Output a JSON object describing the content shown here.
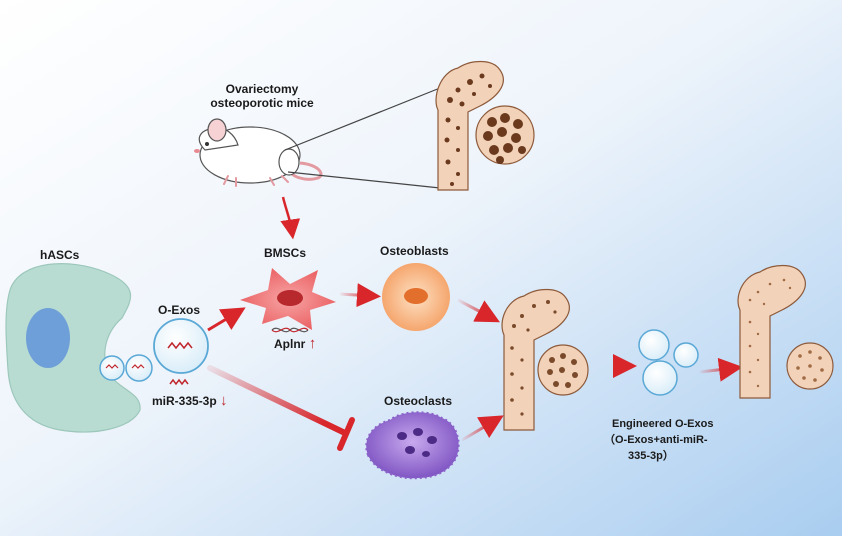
{
  "labels": {
    "ovariectomy_line1": "Ovariectomy",
    "ovariectomy_line2": "osteoporotic mice",
    "hascs": "hASCs",
    "bmscs": "BMSCs",
    "osteoblasts": "Osteoblasts",
    "osteoclasts": "Osteoclasts",
    "o_exos": "O-Exos",
    "aplnr": "Aplnr",
    "aplnr_arrow": "↑",
    "mir": "miR-335-3p",
    "mir_arrow": "↓",
    "engineered_line1": "Engineered O-Exos",
    "engineered_line2": "（O-Exos+anti-miR-",
    "engineered_line3": "335-3p）"
  },
  "colors": {
    "arrow": "#d8262b",
    "bone_outer": "#f2d2b8",
    "bone_spot": "#6b3a1e",
    "bmsc": "#ef6a6a",
    "osteoblast": "#f7a96a",
    "osteoclast": "#8b62c9",
    "hasc": "#b8dcd2",
    "exosome_stroke": "#5aa8d6"
  },
  "icons": [
    "mouse-icon",
    "bone-icon",
    "cell-icon",
    "exosome-icon",
    "dna-icon"
  ]
}
